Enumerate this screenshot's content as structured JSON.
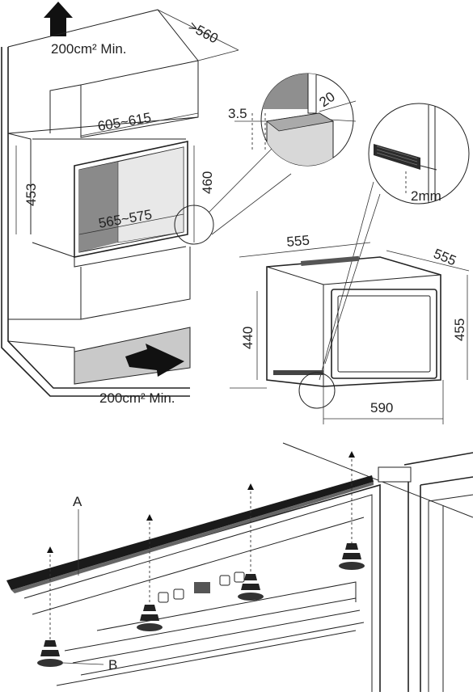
{
  "installation": {
    "vent_top_label": "200cm² Min.",
    "vent_bottom_label": "200cm² Min.",
    "dim_depth_top": ">560",
    "dim_cavity_width": "605~615",
    "dim_gap": "3.5",
    "dim_inner_width": "565~575",
    "dim_height_453": "453",
    "dim_height_460": "460",
    "dim_detail_20": "20",
    "dim_detail_2mm": "2mm"
  },
  "appliance": {
    "dim_width": "555",
    "dim_depth": "555",
    "dim_height_440": "440",
    "dim_height_455": "455",
    "dim_front_width": "590"
  },
  "mounting": {
    "callout_a": "A",
    "callout_b": "B"
  }
}
